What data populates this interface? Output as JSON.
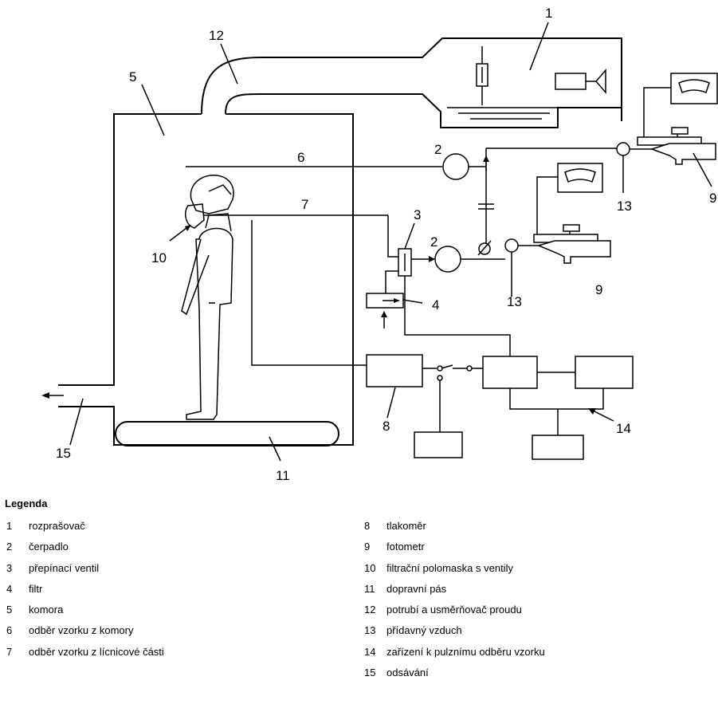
{
  "diagram": {
    "labels": {
      "n1": "1",
      "n2a": "2",
      "n2b": "2",
      "n3": "3",
      "n4": "4",
      "n5": "5",
      "n6": "6",
      "n7": "7",
      "n8": "8",
      "n9a": "9",
      "n9b": "9",
      "n10": "10",
      "n11": "11",
      "n12": "12",
      "n13a": "13",
      "n13b": "13",
      "n14": "14",
      "n15": "15"
    }
  },
  "legend": {
    "title": "Legenda",
    "left": [
      {
        "num": "1",
        "text": "rozprašovač"
      },
      {
        "num": "2",
        "text": "čerpadlo"
      },
      {
        "num": "3",
        "text": "přepínací ventil"
      },
      {
        "num": "4",
        "text": "filtr"
      },
      {
        "num": "5",
        "text": "komora"
      },
      {
        "num": "6",
        "text": "odběr vzorku z komory"
      },
      {
        "num": "7",
        "text": "odběr vzorku z lícnicové části"
      }
    ],
    "right": [
      {
        "num": "8",
        "text": "tlakoměr"
      },
      {
        "num": "9",
        "text": "fotometr"
      },
      {
        "num": "10",
        "text": "filtrační polomaska s ventily"
      },
      {
        "num": "11",
        "text": "dopravní pás"
      },
      {
        "num": "12",
        "text": "potrubí a usměrňovač proudu"
      },
      {
        "num": "13",
        "text": "přídavný vzduch"
      },
      {
        "num": "14",
        "text": "zařízení k pulznímu odběru vzorku"
      },
      {
        "num": "15",
        "text": "odsávání"
      }
    ]
  }
}
